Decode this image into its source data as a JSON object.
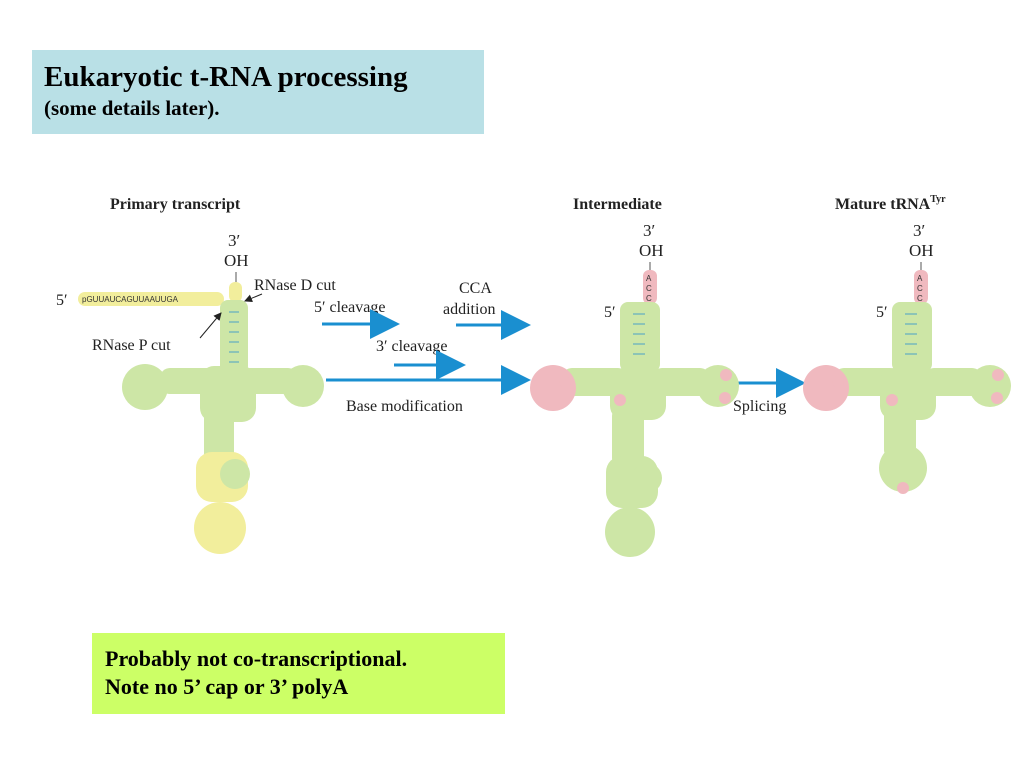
{
  "slide": {
    "title": "Eukaryotic t-RNA processing",
    "subtitle": "(some details later).",
    "note_line1": "Probably not co-transcriptional.",
    "note_line2": "Note no 5’ cap or 3’ polyA"
  },
  "diagram": {
    "header_primary": "Primary transcript",
    "header_intermediate": "Intermediate",
    "header_mature": "Mature tRNA",
    "header_mature_sup": "Tyr",
    "end_3prime": "3′",
    "end_oh": "OH",
    "end_5prime": "5′",
    "leader_seq": "pGUUAUCAGUUAAUUGA",
    "rnase_d": "RNase D cut",
    "rnase_p": "RNase P cut",
    "cleavage_5": "5′ cleavage",
    "cleavage_3": "3′ cleavage",
    "cca_line1": "CCA",
    "cca_line2": "addition",
    "base_mod": "Base modification",
    "splicing": "Splicing",
    "cca_seq": "ACC"
  },
  "colors": {
    "title_bg": "#b9e0e6",
    "note_bg": "#ccff66",
    "arrow": "#1a8fd0",
    "green_loop": "#cde6a6",
    "yellow_region": "#f2ee9c",
    "pink_mod": "#f0b9bf"
  }
}
